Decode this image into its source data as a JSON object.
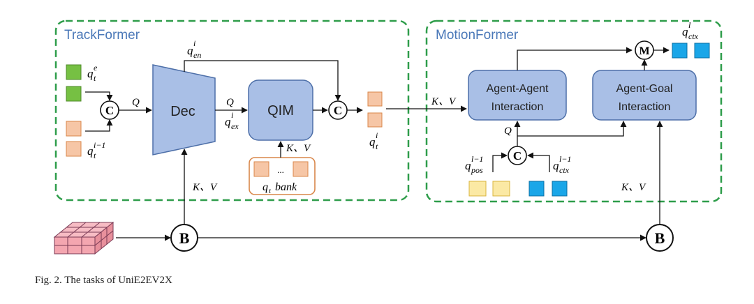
{
  "diagram": {
    "trackformer": {
      "title": "TrackFormer",
      "dec_label": "Dec",
      "qim_label": "QIM",
      "concat_symbol": "C",
      "q_label": "Q",
      "q_label_2": "Q",
      "q_en_base": "q",
      "q_en_sup": "i",
      "q_en_sub": "en",
      "q_ex_base": "q",
      "q_ex_sup": "i",
      "q_ex_sub": "ex",
      "q_e_base": "q",
      "q_e_sup": "e",
      "q_e_sub": "t",
      "q_prev_base": "q",
      "q_prev_sup": "i−1",
      "q_prev_sub": "t",
      "q_out_base": "q",
      "q_out_sup": "i",
      "q_out_sub": "t",
      "kv_qim": "K、V",
      "kv_dec": "K、V",
      "bank_dots": "...",
      "bank_q": "q",
      "bank_sub": "t",
      "bank_word": "bank"
    },
    "motionformer": {
      "title": "MotionFormer",
      "agent_agent_line1": "Agent-Agent",
      "agent_agent_line2": "Interaction",
      "agent_goal_line1": "Agent-Goal",
      "agent_goal_line2": "Interaction",
      "merge_symbol": "M",
      "concat_symbol": "C",
      "kv_in": "K、V",
      "kv_goal": "K、V",
      "q_label": "Q",
      "q_ctx_base": "q",
      "q_ctx_sup": "l",
      "q_ctx_sub": "ctx",
      "q_pos_base": "q",
      "q_pos_sup": "l−1",
      "q_pos_sub": "pos",
      "q_ctxprev_base": "q",
      "q_ctxprev_sup": "l−1",
      "q_ctxprev_sub": "ctx"
    },
    "bev_symbol_left": "B",
    "bev_symbol_right": "B",
    "colors": {
      "dashed_border": "#2e9d4a",
      "title_blue": "#4a78b8",
      "block_fill": "#a9bfe6",
      "block_stroke": "#4d6fa8",
      "green_square": "#76c043",
      "orange_square": "#f6c6a6",
      "orange_stroke": "#d9874a",
      "yellow_square": "#fbe9a4",
      "cyan_square": "#1aa6e8",
      "bev_fill": "#f4a6b0"
    }
  },
  "caption": "Fig. 2.  The tasks of UniE2EV2X"
}
